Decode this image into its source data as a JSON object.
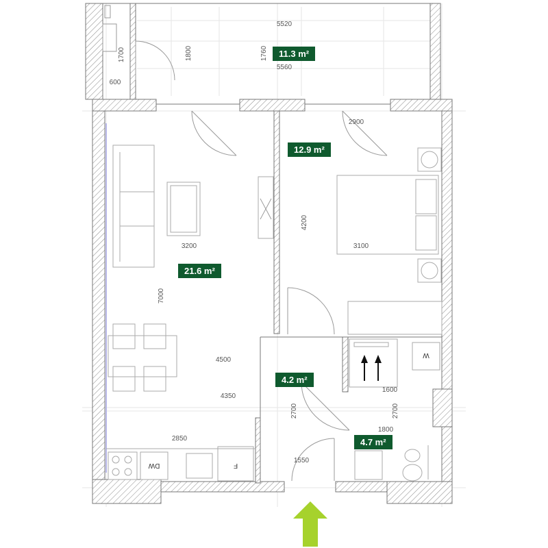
{
  "rooms": [
    {
      "area": "11.3 m²"
    },
    {
      "area": "12.9 m²"
    },
    {
      "area": "21.6 m²"
    },
    {
      "area": "4.2 m²"
    },
    {
      "area": "4.7 m²"
    }
  ],
  "dimensions": {
    "balcony_width_outer": "5520",
    "balcony_width_inner": "5560",
    "balcony_depth_a": "1700",
    "balcony_depth_b": "1800",
    "balcony_depth_c": "1760",
    "balcony_storage_width": "600",
    "bedroom_width": "2900",
    "bedroom_depth": "4200",
    "bedroom_inner_width": "3100",
    "living_width_top": "3200",
    "living_depth": "7000",
    "living_width_mid": "4500",
    "living_width_low": "4350",
    "kitchen_width": "2850",
    "hall_depth": "2700",
    "hall_width": "1550",
    "bath_width_top": "1600",
    "bath_depth": "2700",
    "bath_width_low": "1800"
  },
  "appliances": {
    "dishwasher": "DW",
    "fridge": "F",
    "washer": "W"
  },
  "colors": {
    "label_bg": "#0f5a2e",
    "entrance_arrow": "#a6d22c",
    "wall_hatch": "#8a8a8a"
  }
}
